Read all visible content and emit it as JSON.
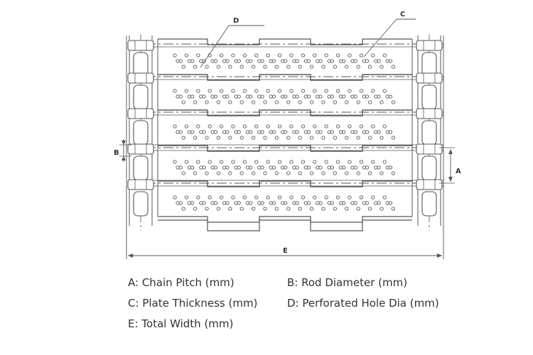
{
  "diagram": {
    "labels": {
      "a": "A",
      "b": "B",
      "c": "C",
      "d": "D",
      "e": "E"
    },
    "colors": {
      "line": "#555555",
      "background": "#ffffff",
      "text": "#333333"
    }
  },
  "legend": {
    "a": "A: Chain Pitch (mm)",
    "b": "B: Rod Diameter (mm)",
    "c": "C: Plate Thickness (mm)",
    "d": "D: Perforated Hole Dia (mm)",
    "e": "E: Total Width (mm)"
  }
}
